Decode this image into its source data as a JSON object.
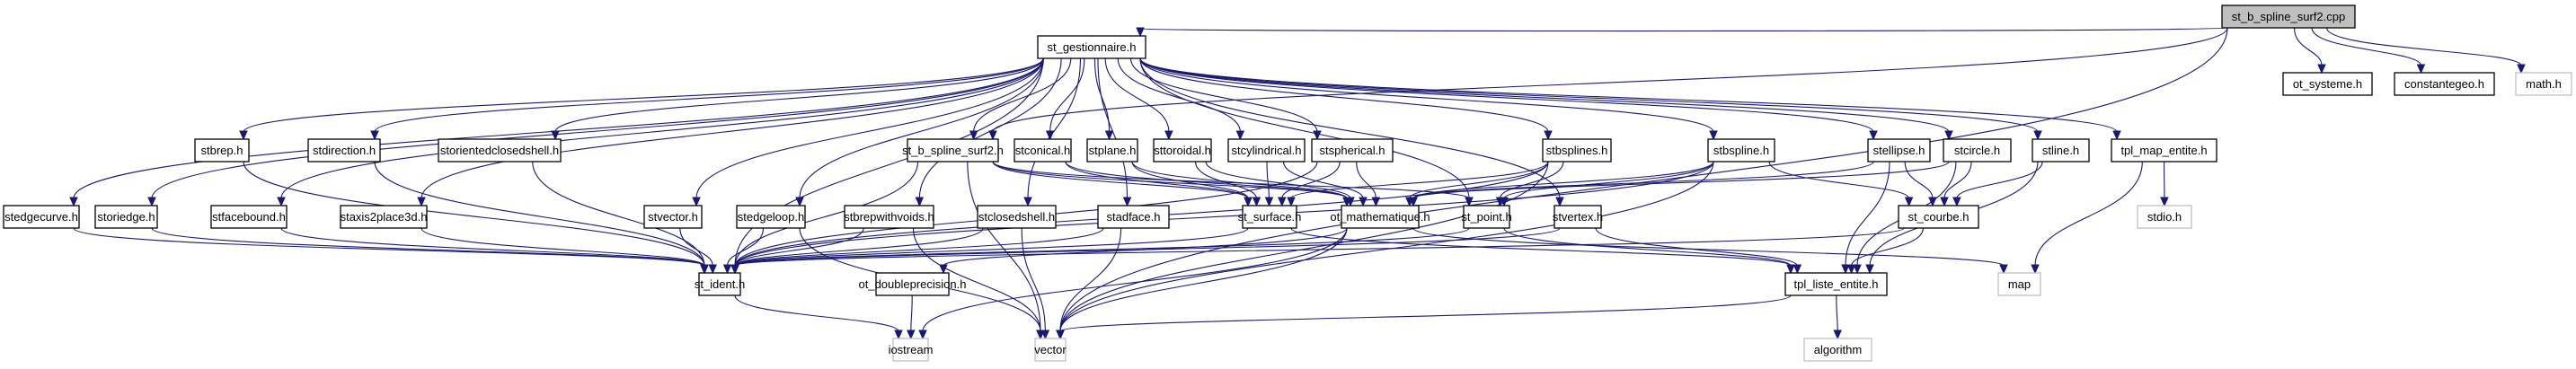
{
  "diagram": {
    "type": "include-dependency-graph",
    "root": "st_b_spline_surf2.cpp",
    "nodes": [
      {
        "id": "st_b_spline_surf2.cpp",
        "label": "st_b_spline_surf2.cpp",
        "kind": "root"
      },
      {
        "id": "st_gestionnaire.h",
        "label": "st_gestionnaire.h",
        "kind": "header"
      },
      {
        "id": "ot_systeme.h",
        "label": "ot_systeme.h",
        "kind": "header"
      },
      {
        "id": "constantegeo.h",
        "label": "constantegeo.h",
        "kind": "header"
      },
      {
        "id": "math.h",
        "label": "math.h",
        "kind": "external"
      },
      {
        "id": "stbrep.h",
        "label": "stbrep.h",
        "kind": "header"
      },
      {
        "id": "stdirection.h",
        "label": "stdirection.h",
        "kind": "header"
      },
      {
        "id": "storientedclosedshell.h",
        "label": "storientedclosedshell.h",
        "kind": "header"
      },
      {
        "id": "st_b_spline_surf2.h",
        "label": "st_b_spline_surf2.h",
        "kind": "header"
      },
      {
        "id": "stconical.h",
        "label": "stconical.h",
        "kind": "header"
      },
      {
        "id": "stplane.h",
        "label": "stplane.h",
        "kind": "header"
      },
      {
        "id": "sttoroidal.h",
        "label": "sttoroidal.h",
        "kind": "header"
      },
      {
        "id": "stcylindrical.h",
        "label": "stcylindrical.h",
        "kind": "header"
      },
      {
        "id": "stspherical.h",
        "label": "stspherical.h",
        "kind": "header"
      },
      {
        "id": "stbsplines.h",
        "label": "stbsplines.h",
        "kind": "header"
      },
      {
        "id": "stbspline.h",
        "label": "stbspline.h",
        "kind": "header"
      },
      {
        "id": "stellipse.h",
        "label": "stellipse.h",
        "kind": "header"
      },
      {
        "id": "stcircle.h",
        "label": "stcircle.h",
        "kind": "header"
      },
      {
        "id": "stline.h",
        "label": "stline.h",
        "kind": "header"
      },
      {
        "id": "tpl_map_entite.h",
        "label": "tpl_map_entite.h",
        "kind": "header"
      },
      {
        "id": "stedgecurve.h",
        "label": "stedgecurve.h",
        "kind": "header"
      },
      {
        "id": "storiedge.h",
        "label": "storiedge.h",
        "kind": "header"
      },
      {
        "id": "stfacebound.h",
        "label": "stfacebound.h",
        "kind": "header"
      },
      {
        "id": "staxis2place3d.h",
        "label": "staxis2place3d.h",
        "kind": "header"
      },
      {
        "id": "stvector.h",
        "label": "stvector.h",
        "kind": "header"
      },
      {
        "id": "stedgeloop.h",
        "label": "stedgeloop.h",
        "kind": "header"
      },
      {
        "id": "stbrepwithvoids.h",
        "label": "stbrepwithvoids.h",
        "kind": "header"
      },
      {
        "id": "stclosedshell.h",
        "label": "stclosedshell.h",
        "kind": "header"
      },
      {
        "id": "stadface.h",
        "label": "stadface.h",
        "kind": "header"
      },
      {
        "id": "st_surface.h",
        "label": "st_surface.h",
        "kind": "header"
      },
      {
        "id": "ot_mathematique.h",
        "label": "ot_mathematique.h",
        "kind": "header"
      },
      {
        "id": "st_point.h",
        "label": "st_point.h",
        "kind": "header"
      },
      {
        "id": "stvertex.h",
        "label": "stvertex.h",
        "kind": "header"
      },
      {
        "id": "st_courbe.h",
        "label": "st_courbe.h",
        "kind": "header"
      },
      {
        "id": "stdio.h",
        "label": "stdio.h",
        "kind": "external"
      },
      {
        "id": "st_ident.h",
        "label": "st_ident.h",
        "kind": "header"
      },
      {
        "id": "ot_doubleprecision.h",
        "label": "ot_doubleprecision.h",
        "kind": "header"
      },
      {
        "id": "tpl_liste_entite.h",
        "label": "tpl_liste_entite.h",
        "kind": "header"
      },
      {
        "id": "map",
        "label": "map",
        "kind": "external"
      },
      {
        "id": "iostream",
        "label": "iostream",
        "kind": "external"
      },
      {
        "id": "vector",
        "label": "vector",
        "kind": "external"
      },
      {
        "id": "algorithm",
        "label": "algorithm",
        "kind": "external"
      }
    ],
    "edges": [
      [
        "st_b_spline_surf2.cpp",
        "st_gestionnaire.h"
      ],
      [
        "st_b_spline_surf2.cpp",
        "st_b_spline_surf2.h"
      ],
      [
        "st_b_spline_surf2.cpp",
        "ot_systeme.h"
      ],
      [
        "st_b_spline_surf2.cpp",
        "constantegeo.h"
      ],
      [
        "st_b_spline_surf2.cpp",
        "math.h"
      ],
      [
        "st_b_spline_surf2.cpp",
        "vector"
      ],
      [
        "st_gestionnaire.h",
        "stbrep.h"
      ],
      [
        "st_gestionnaire.h",
        "stdirection.h"
      ],
      [
        "st_gestionnaire.h",
        "storientedclosedshell.h"
      ],
      [
        "st_gestionnaire.h",
        "stconical.h"
      ],
      [
        "st_gestionnaire.h",
        "stplane.h"
      ],
      [
        "st_gestionnaire.h",
        "sttoroidal.h"
      ],
      [
        "st_gestionnaire.h",
        "stcylindrical.h"
      ],
      [
        "st_gestionnaire.h",
        "stspherical.h"
      ],
      [
        "st_gestionnaire.h",
        "stbsplines.h"
      ],
      [
        "st_gestionnaire.h",
        "stbspline.h"
      ],
      [
        "st_gestionnaire.h",
        "stellipse.h"
      ],
      [
        "st_gestionnaire.h",
        "stcircle.h"
      ],
      [
        "st_gestionnaire.h",
        "stline.h"
      ],
      [
        "st_gestionnaire.h",
        "tpl_map_entite.h"
      ],
      [
        "st_gestionnaire.h",
        "stedgecurve.h"
      ],
      [
        "st_gestionnaire.h",
        "storiedge.h"
      ],
      [
        "st_gestionnaire.h",
        "stfacebound.h"
      ],
      [
        "st_gestionnaire.h",
        "staxis2place3d.h"
      ],
      [
        "st_gestionnaire.h",
        "stvector.h"
      ],
      [
        "st_gestionnaire.h",
        "stedgeloop.h"
      ],
      [
        "st_gestionnaire.h",
        "stbrepwithvoids.h"
      ],
      [
        "st_gestionnaire.h",
        "stclosedshell.h"
      ],
      [
        "st_gestionnaire.h",
        "stadface.h"
      ],
      [
        "st_gestionnaire.h",
        "st_ident.h"
      ],
      [
        "st_gestionnaire.h",
        "st_point.h"
      ],
      [
        "st_gestionnaire.h",
        "stvertex.h"
      ],
      [
        "st_gestionnaire.h",
        "st_b_spline_surf2.h"
      ],
      [
        "stbrep.h",
        "st_ident.h"
      ],
      [
        "stdirection.h",
        "st_ident.h"
      ],
      [
        "storientedclosedshell.h",
        "st_ident.h"
      ],
      [
        "stedgecurve.h",
        "st_ident.h"
      ],
      [
        "storiedge.h",
        "st_ident.h"
      ],
      [
        "stfacebound.h",
        "st_ident.h"
      ],
      [
        "staxis2place3d.h",
        "st_ident.h"
      ],
      [
        "stvector.h",
        "st_ident.h"
      ],
      [
        "stedgeloop.h",
        "st_ident.h"
      ],
      [
        "stedgeloop.h",
        "vector"
      ],
      [
        "stbrepwithvoids.h",
        "st_ident.h"
      ],
      [
        "stbrepwithvoids.h",
        "vector"
      ],
      [
        "stclosedshell.h",
        "st_ident.h"
      ],
      [
        "stclosedshell.h",
        "vector"
      ],
      [
        "stadface.h",
        "st_ident.h"
      ],
      [
        "stadface.h",
        "vector"
      ],
      [
        "st_b_spline_surf2.h",
        "st_surface.h"
      ],
      [
        "st_b_spline_surf2.h",
        "ot_mathematique.h"
      ],
      [
        "st_b_spline_surf2.h",
        "st_point.h"
      ],
      [
        "st_b_spline_surf2.h",
        "st_ident.h"
      ],
      [
        "st_b_spline_surf2.h",
        "vector"
      ],
      [
        "stconical.h",
        "st_surface.h"
      ],
      [
        "stconical.h",
        "ot_mathematique.h"
      ],
      [
        "stplane.h",
        "st_surface.h"
      ],
      [
        "stplane.h",
        "ot_mathematique.h"
      ],
      [
        "sttoroidal.h",
        "st_surface.h"
      ],
      [
        "sttoroidal.h",
        "ot_mathematique.h"
      ],
      [
        "stcylindrical.h",
        "st_surface.h"
      ],
      [
        "stcylindrical.h",
        "ot_mathematique.h"
      ],
      [
        "stspherical.h",
        "st_surface.h"
      ],
      [
        "stspherical.h",
        "ot_mathematique.h"
      ],
      [
        "stspherical.h",
        "st_ident.h"
      ],
      [
        "stbsplines.h",
        "st_surface.h"
      ],
      [
        "stbsplines.h",
        "ot_mathematique.h"
      ],
      [
        "stbsplines.h",
        "st_point.h"
      ],
      [
        "stbsplines.h",
        "st_ident.h"
      ],
      [
        "stbsplines.h",
        "vector"
      ],
      [
        "stbspline.h",
        "st_courbe.h"
      ],
      [
        "stbspline.h",
        "ot_mathematique.h"
      ],
      [
        "stbspline.h",
        "st_point.h"
      ],
      [
        "stbspline.h",
        "st_ident.h"
      ],
      [
        "stbspline.h",
        "vector"
      ],
      [
        "stellipse.h",
        "st_courbe.h"
      ],
      [
        "stellipse.h",
        "ot_mathematique.h"
      ],
      [
        "stellipse.h",
        "tpl_liste_entite.h"
      ],
      [
        "stcircle.h",
        "st_courbe.h"
      ],
      [
        "stcircle.h",
        "ot_mathematique.h"
      ],
      [
        "stcircle.h",
        "tpl_liste_entite.h"
      ],
      [
        "stline.h",
        "st_courbe.h"
      ],
      [
        "stline.h",
        "tpl_liste_entite.h"
      ],
      [
        "tpl_map_entite.h",
        "stdio.h"
      ],
      [
        "tpl_map_entite.h",
        "map"
      ],
      [
        "st_surface.h",
        "st_ident.h"
      ],
      [
        "st_surface.h",
        "tpl_liste_entite.h"
      ],
      [
        "ot_mathematique.h",
        "ot_doubleprecision.h"
      ],
      [
        "ot_mathematique.h",
        "iostream"
      ],
      [
        "ot_mathematique.h",
        "vector"
      ],
      [
        "ot_mathematique.h",
        "map"
      ],
      [
        "st_point.h",
        "st_ident.h"
      ],
      [
        "st_point.h",
        "tpl_liste_entite.h"
      ],
      [
        "stvertex.h",
        "st_ident.h"
      ],
      [
        "stvertex.h",
        "tpl_liste_entite.h"
      ],
      [
        "st_courbe.h",
        "st_ident.h"
      ],
      [
        "st_courbe.h",
        "tpl_liste_entite.h"
      ],
      [
        "st_ident.h",
        "iostream"
      ],
      [
        "ot_doubleprecision.h",
        "iostream"
      ],
      [
        "tpl_liste_entite.h",
        "vector"
      ],
      [
        "tpl_liste_entite.h",
        "algorithm"
      ]
    ]
  },
  "colors": {
    "edge": "#191970",
    "root_fill": "#bfbfbf",
    "node_border": "#000000",
    "external_border": "#bfbfbf"
  }
}
